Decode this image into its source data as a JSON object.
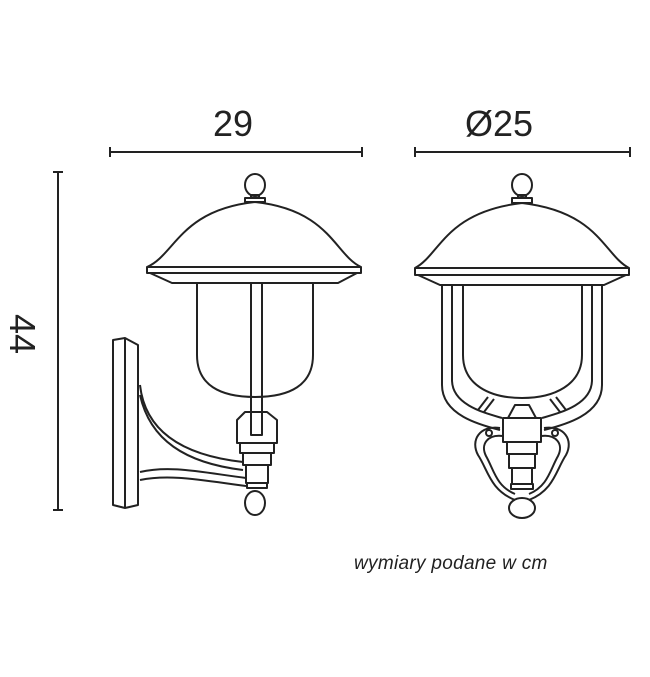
{
  "dimensions": {
    "width": "29",
    "diameter": "Ø25",
    "height": "44"
  },
  "caption": "wymiary podane w cm",
  "colors": {
    "line": "#222222",
    "background": "#ffffff"
  }
}
